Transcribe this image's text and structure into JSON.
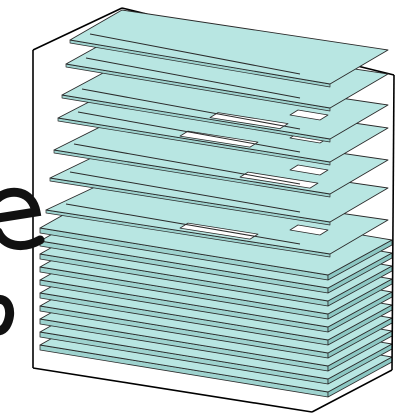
{
  "figure": {
    "description_text": "",
    "colors": {
      "background": "#ffffff",
      "box_outline": "#000000",
      "layer_fill": "#b8e6e2",
      "layer_edge": "#2a2a2a",
      "cutout_fill": "#ffffff",
      "watermark": "#000000"
    },
    "layers": {
      "total_count": 17,
      "upper_patterned_count": 7,
      "lower_stacked_count": 10
    },
    "elements": {
      "enclosure": "wireframe-box",
      "watermark_glyph": "partial-letter-e"
    }
  }
}
